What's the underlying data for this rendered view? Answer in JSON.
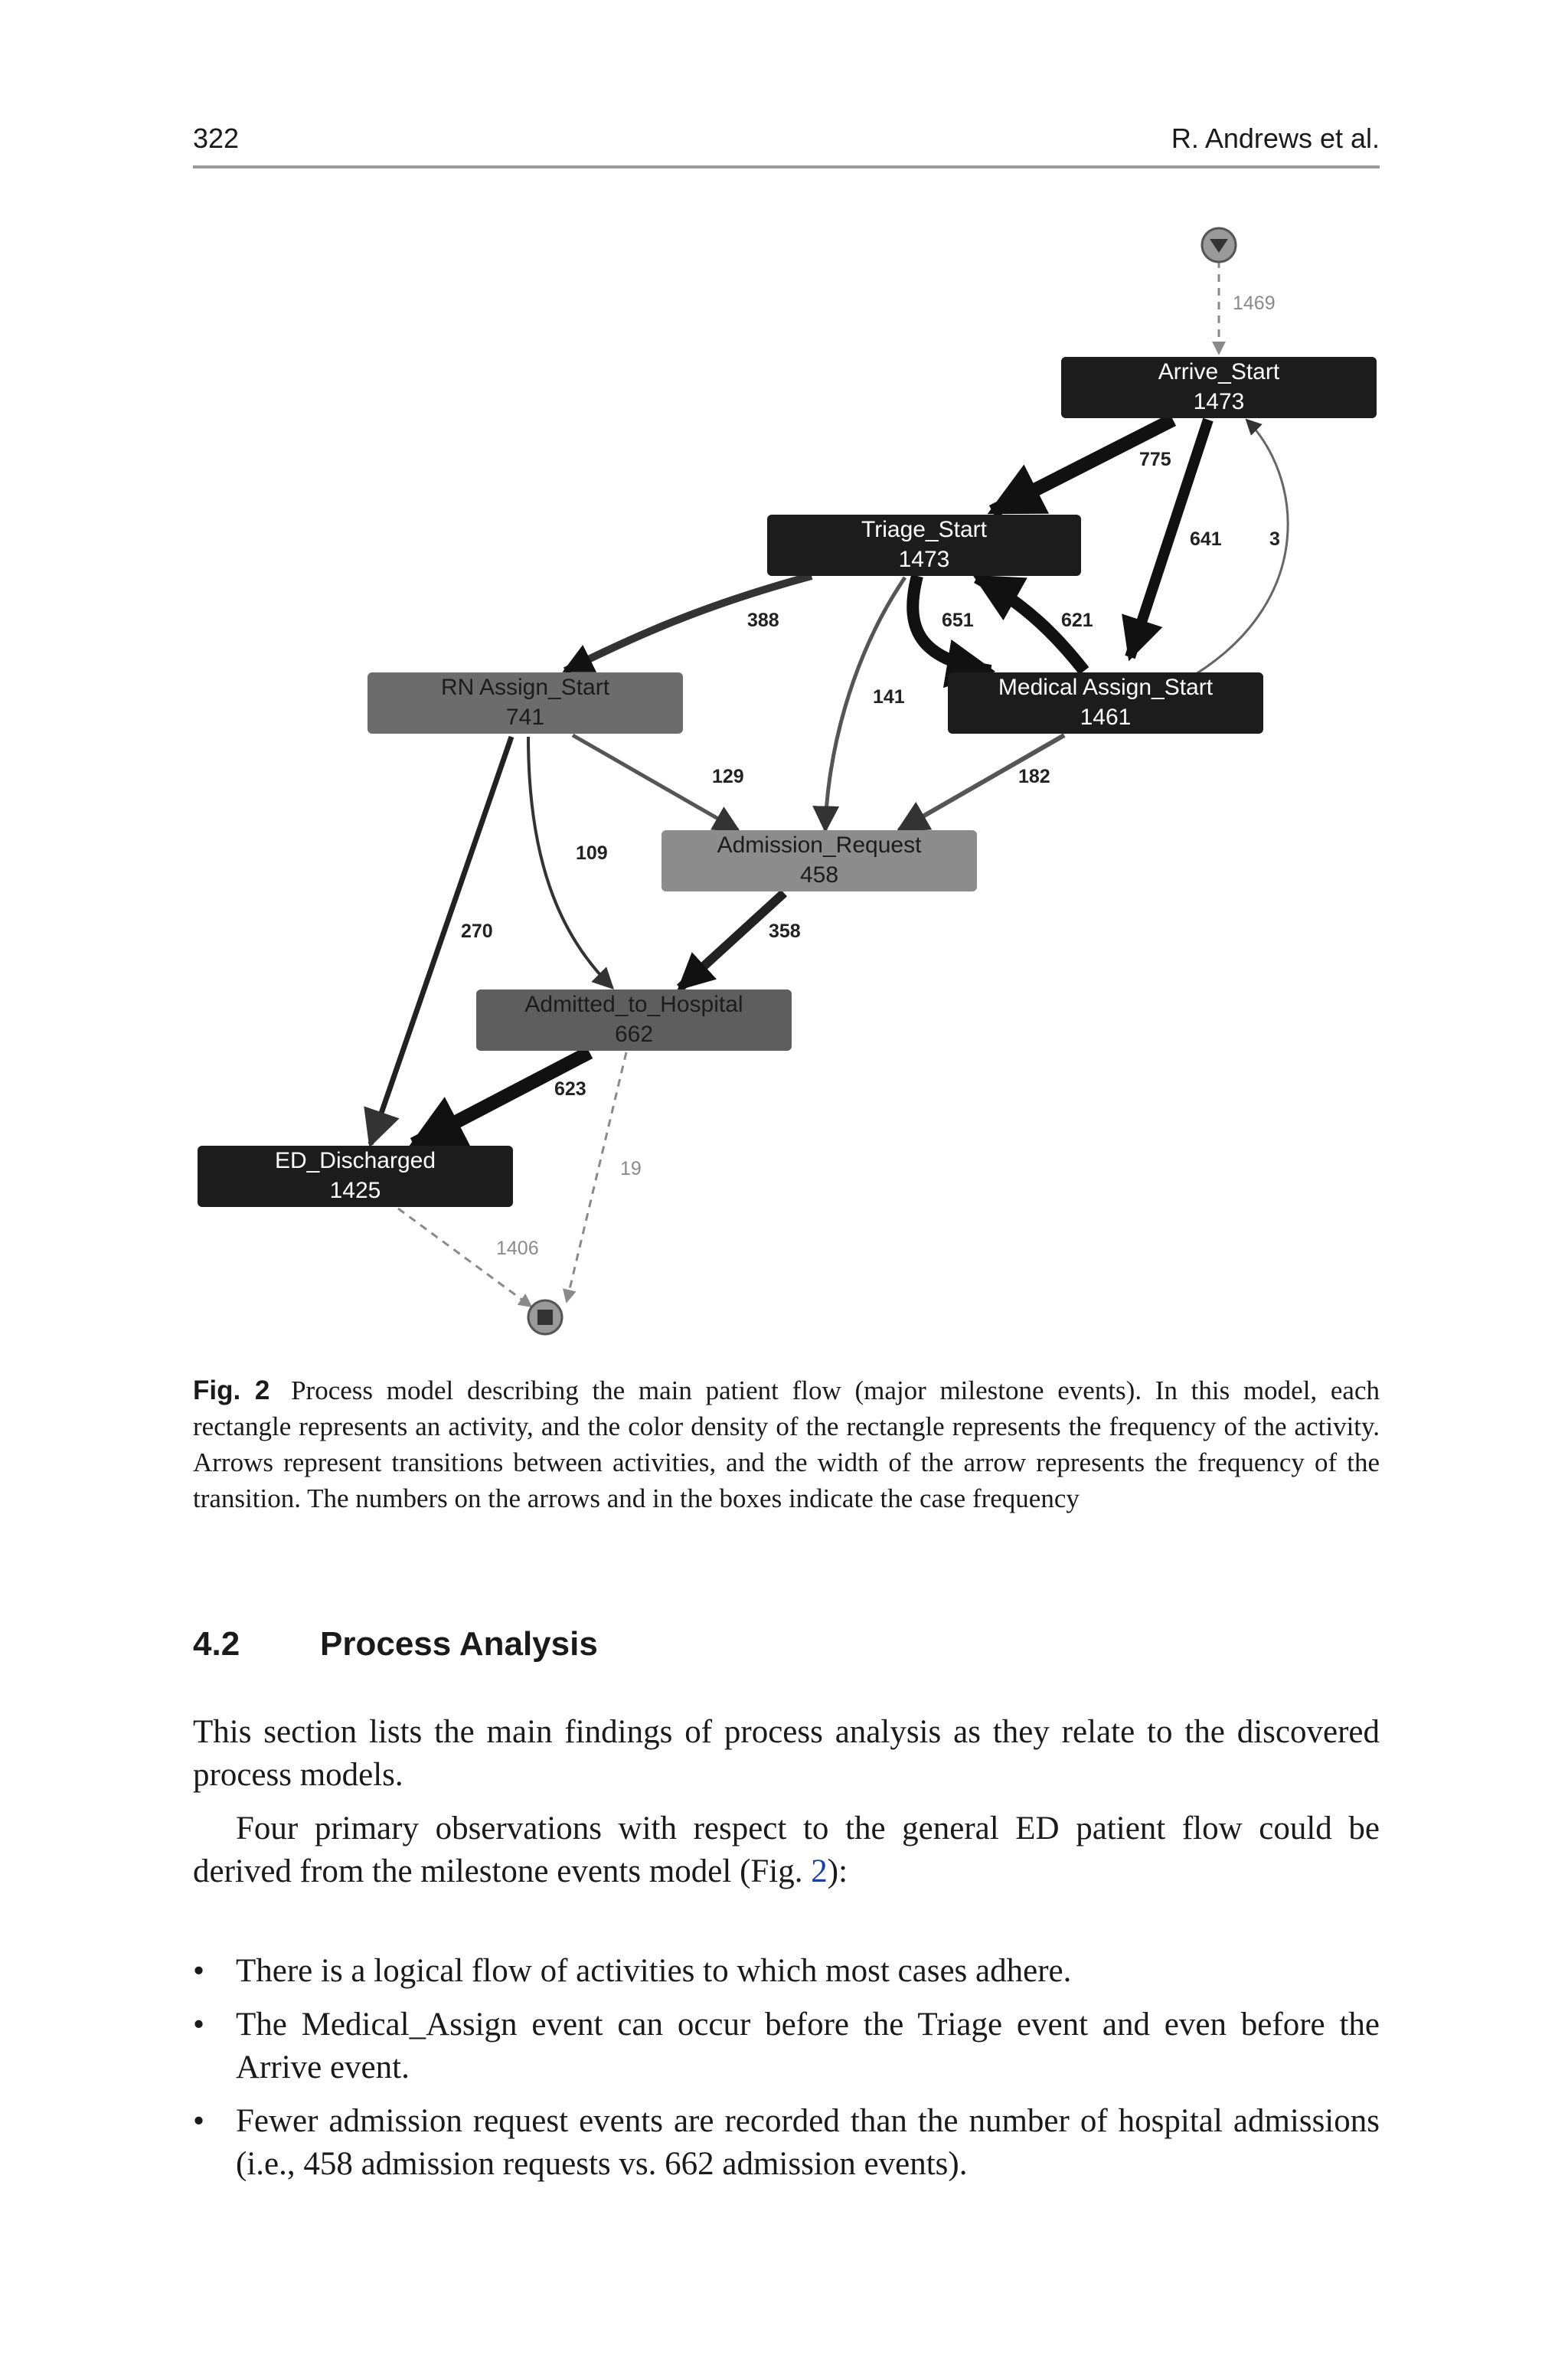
{
  "header": {
    "page_number": "322",
    "authors": "R. Andrews et al."
  },
  "figure": {
    "nodes": [
      {
        "id": "arrive",
        "name": "Arrive_Start",
        "count": "1473"
      },
      {
        "id": "triage",
        "name": "Triage_Start",
        "count": "1473"
      },
      {
        "id": "rn",
        "name": "RN Assign_Start",
        "count": "741"
      },
      {
        "id": "medical",
        "name": "Medical Assign_Start",
        "count": "1461"
      },
      {
        "id": "admreq",
        "name": "Admission_Request",
        "count": "458"
      },
      {
        "id": "admitted",
        "name": "Admitted_to_Hospital",
        "count": "662"
      },
      {
        "id": "discharged",
        "name": "ED_Discharged",
        "count": "1425"
      }
    ],
    "edges": [
      {
        "from": "start",
        "to": "arrive",
        "value": "1469"
      },
      {
        "from": "arrive",
        "to": "triage",
        "value": "775"
      },
      {
        "from": "arrive",
        "to": "medical",
        "value": "641"
      },
      {
        "from": "medical",
        "to": "arrive",
        "value": "3"
      },
      {
        "from": "triage",
        "to": "rn",
        "value": "388"
      },
      {
        "from": "triage",
        "to": "medical",
        "value": "651"
      },
      {
        "from": "medical",
        "to": "triage",
        "value": "621"
      },
      {
        "from": "triage",
        "to": "admreq",
        "value": "141"
      },
      {
        "from": "rn",
        "to": "admreq",
        "value": "129"
      },
      {
        "from": "medical",
        "to": "admreq",
        "value": "182"
      },
      {
        "from": "rn",
        "to": "admitted",
        "value": "109"
      },
      {
        "from": "rn",
        "to": "discharged",
        "value": "270"
      },
      {
        "from": "admreq",
        "to": "admitted",
        "value": "358"
      },
      {
        "from": "admitted",
        "to": "discharged",
        "value": "623"
      },
      {
        "from": "admitted",
        "to": "end",
        "value": "19"
      },
      {
        "from": "discharged",
        "to": "end",
        "value": "1406"
      }
    ]
  },
  "caption": {
    "label": "Fig. 2",
    "text": "Process model describing the main patient flow (major milestone events). In this model, each rectangle represents an activity, and the color density of the rectangle represents the frequency of the activity. Arrows represent transitions between activities, and the width of the arrow represents the frequency of the transition. The numbers on the arrows and in the boxes indicate the case frequency"
  },
  "section": {
    "number": "4.2",
    "title": "Process Analysis"
  },
  "paragraphs": [
    "This section lists the main findings of process analysis as they relate to the discovered process models.",
    {
      "before": "Four primary observations with respect to the general ED patient flow could be derived from the milestone events model (Fig. ",
      "link": "2",
      "after": "):"
    }
  ],
  "bullets": [
    "There is a logical flow of activities to which most cases adhere.",
    "The Medical_Assign event can occur before the Triage event and even before the Arrive event.",
    "Fewer admission request events are recorded than the number of hospital admissions (i.e., 458 admission requests vs. 662 admission events)."
  ],
  "colors": {
    "node_dark": "#1c1c1c",
    "node_mid": "#5e5e5e",
    "node_light": "#8a8a8a",
    "link": "#1a3fa0"
  }
}
